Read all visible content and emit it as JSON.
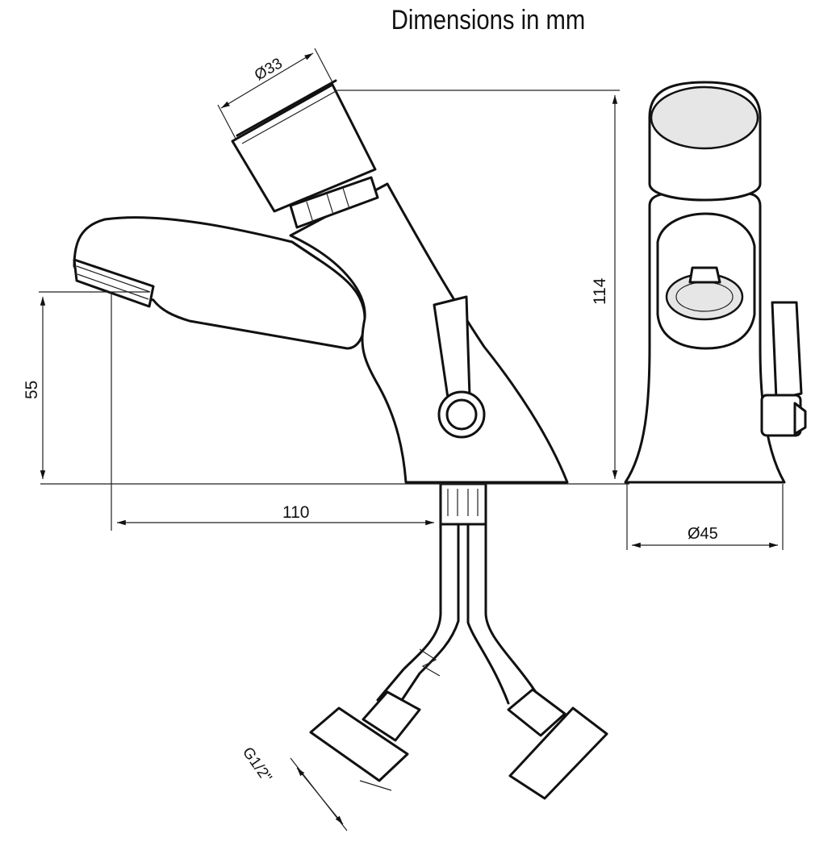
{
  "title": "Dimensions in mm",
  "dimensions": {
    "knob_diameter": "Ø33",
    "height": "114",
    "spout_height": "55",
    "projection": "110",
    "base_diameter": "Ø45",
    "connection_thread": "G1/2\""
  }
}
